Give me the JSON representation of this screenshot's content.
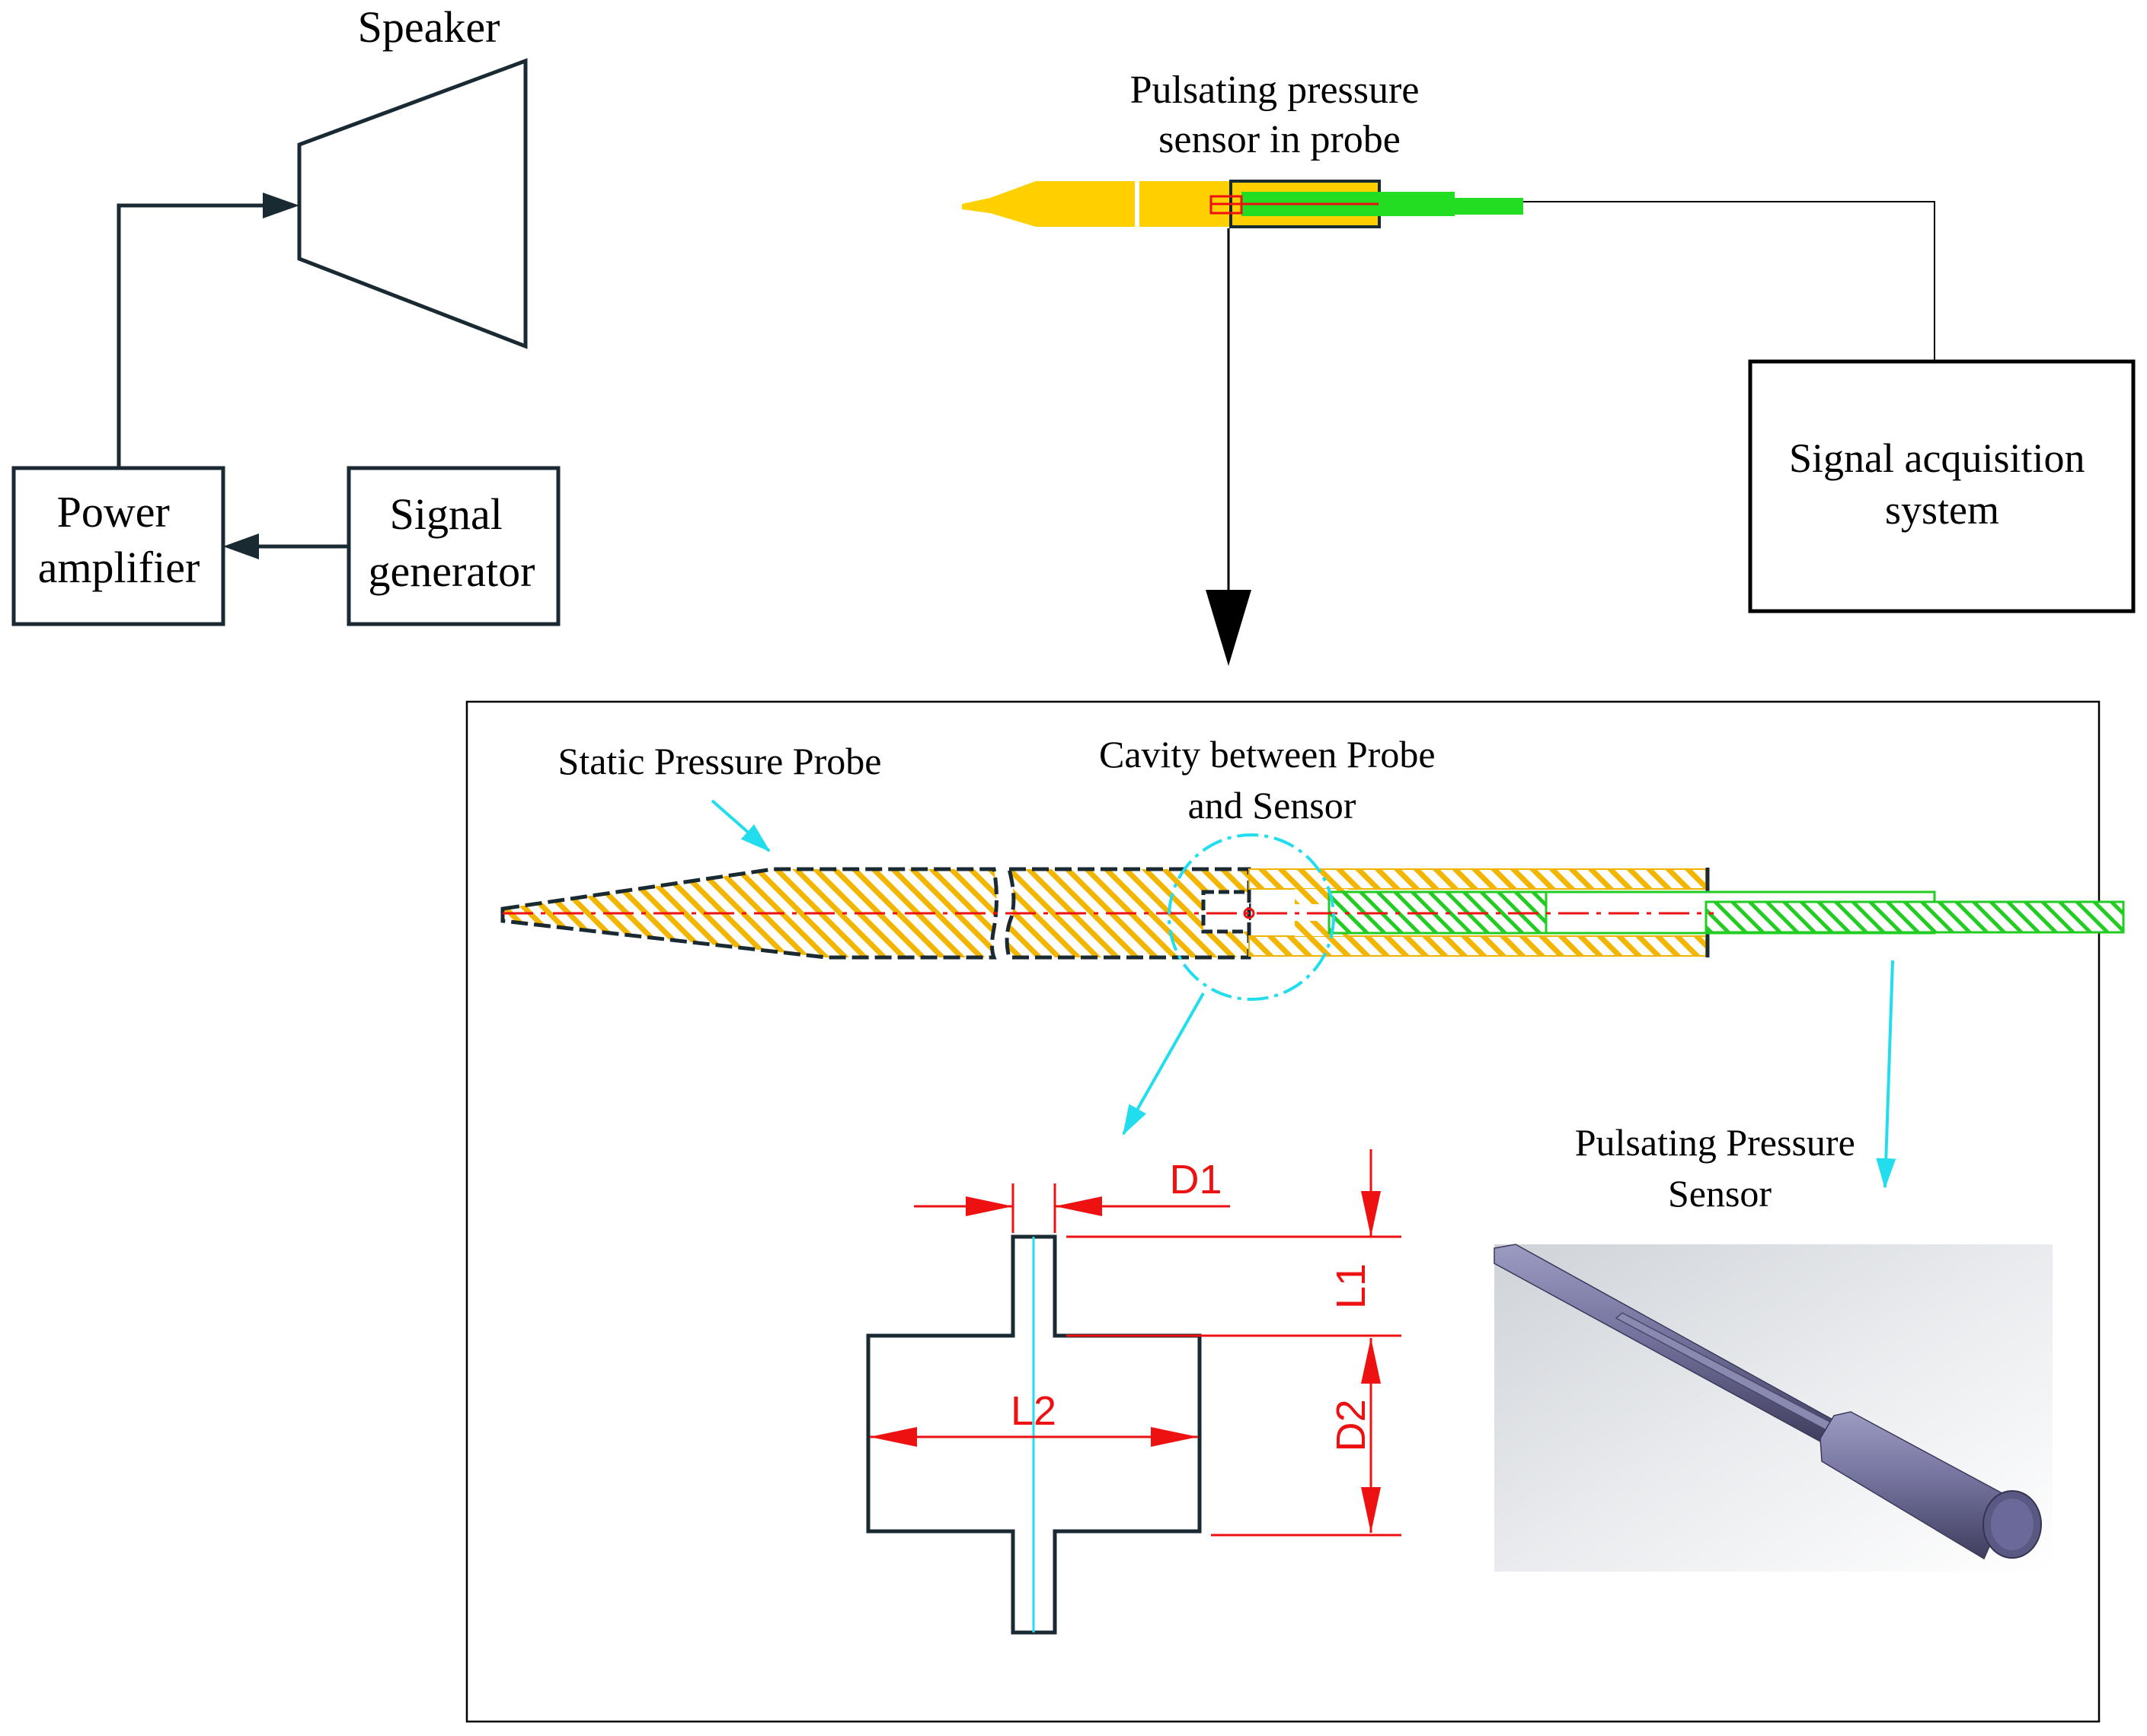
{
  "labels": {
    "speaker": "Speaker",
    "power_amplifier": [
      "Power",
      "amplifier"
    ],
    "signal_generator": [
      "Signal",
      "generator"
    ],
    "pulsating_sensor_in_probe": [
      "Pulsating pressure",
      "sensor in probe"
    ],
    "signal_acquisition": [
      "Signal acquisition",
      "system"
    ],
    "static_pressure_probe": "Static Pressure Probe",
    "cavity": [
      "Cavity between Probe",
      "and Sensor"
    ],
    "pulsating_pressure_sensor": [
      "Pulsating Pressure",
      "Sensor"
    ]
  },
  "dimensions": {
    "d1": "D1",
    "l1": "L1",
    "l2": "L2",
    "d2": "D2"
  },
  "colors": {
    "probe_fill": "#ffd000",
    "probe_hatch": "#f0b400",
    "sensor_green": "#22dd22",
    "dimension_red": "#ee1111",
    "callout_cyan": "#22ddee",
    "sensor_body": "#6f6e9a",
    "line_dark": "#1a2a33"
  }
}
